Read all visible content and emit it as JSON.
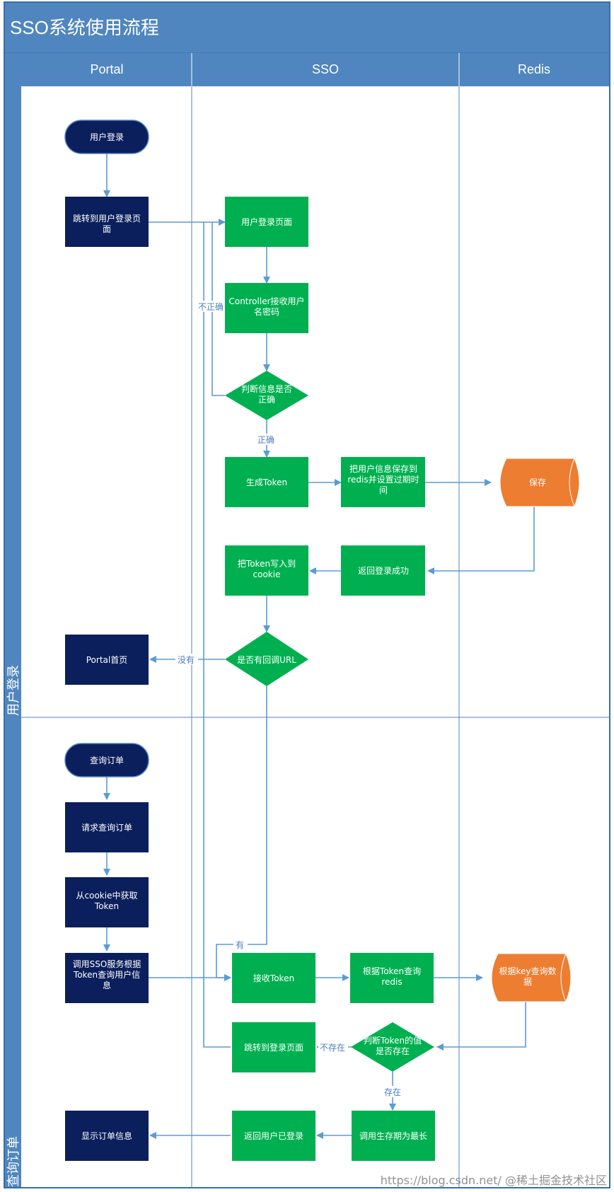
{
  "title": "SSO系统使用流程",
  "colors": {
    "header": "#4f86bf",
    "lane_border": "#4f86bf",
    "portal_node": "#0b1f5c",
    "sso_node": "#00b050",
    "redis_node": "#ed7d31",
    "edge": "#5b9bd5"
  },
  "columns": [
    "Portal",
    "SSO",
    "Redis"
  ],
  "phases": [
    "用户登录",
    "查询订单"
  ],
  "nodes": {
    "login_start": "用户登录",
    "goto_login_page": "跳转到用户登录页\n面",
    "login_page": "用户登录页面",
    "controller_receive": "Controller接收用户\n名密码",
    "check_info": "判断信息是否\n正确",
    "gen_token": "生成Token",
    "save_redis": "把用户信息保存到\nredis并设置过期时\n间",
    "redis_save": "保存",
    "return_success": "返回登录成功",
    "write_cookie": "把Token写入到\ncookie",
    "has_callback": "是否有回调URL",
    "portal_home": "Portal首页",
    "query_start": "查询订单",
    "request_query": "请求查询订单",
    "get_token_cookie": "从cookie中获取\nToken",
    "call_sso": "调用SSO服务根据\nToken查询用户信\n息",
    "receive_token": "接收Token",
    "query_redis_by_token": "根据Token查询\nredis",
    "redis_query": "根据key查询数\n据",
    "goto_login_page2": "跳转到登录页面",
    "token_exists": "判断Token的值\n是否存在",
    "return_logged_in": "返回用户已登录",
    "extend_ttl": "调用生存期为最长",
    "show_orders": "显示订单信息"
  },
  "edge_labels": {
    "incorrect": "不正确",
    "correct": "正确",
    "none": "没有",
    "has": "有",
    "not_exist": "不存在",
    "exist": "存在"
  },
  "watermark": "https://blog.csdn.net/  @稀土掘金技术社区"
}
